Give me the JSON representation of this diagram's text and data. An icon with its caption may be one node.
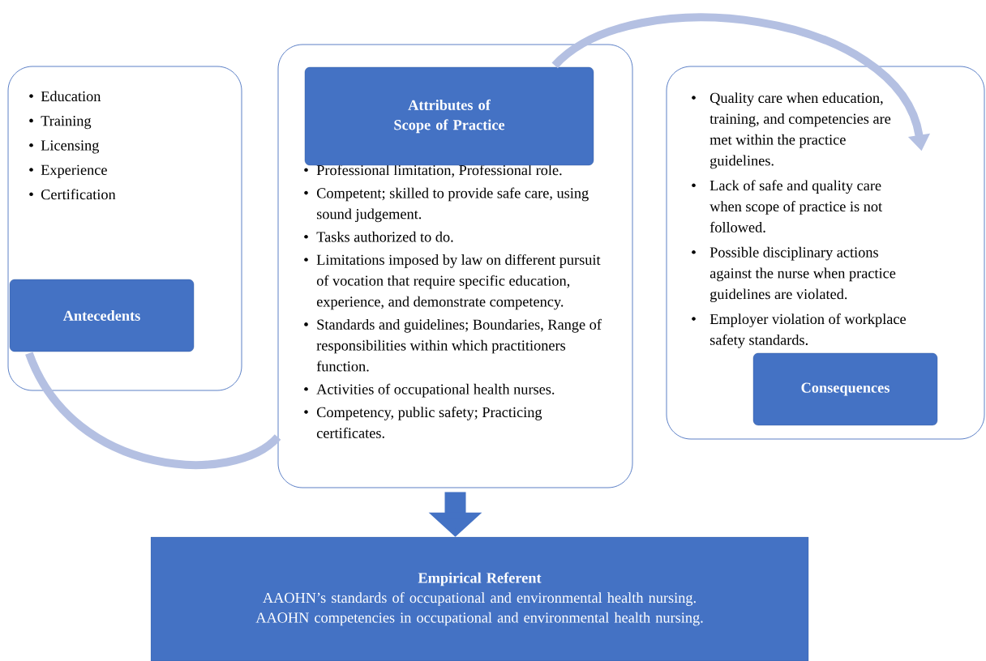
{
  "diagram": {
    "nodes": [
      {
        "text": [
          "Education",
          "Training",
          "Licensing",
          "Experience",
          "Certification"
        ]
      },
      {
        "text": [
          "Antecedents"
        ],
        "in": 0
      },
      {
        "text": [
          "Professional limitation, Professional role.",
          "Competent; skilled to provide safe care, using sound judgement.",
          "Tasks authorized to do.",
          "Limitations imposed by law on different pursuit of vocation that require specific education, experience, and demonstrate competency.",
          "Standards and guidelines; Boundaries, Range of responsibilities within which practitioners function.",
          "Activities of occupational health nurses.",
          "Competency, public safety; Practicing certificates."
        ]
      },
      {
        "text": [
          "Attributes of Scope of Practice"
        ],
        "in": 2
      },
      {
        "text": [
          "Quality care when education, training, and competencies are met within the practice guidelines.",
          "Lack of safe and quality care when scope of practice is not followed.",
          "Possible disciplinary actions against the nurse when practice guidelines are violated.",
          "Employer violation of workplace safety standards."
        ]
      },
      {
        "text": [
          "Consequences"
        ],
        "in": 4
      },
      {
        "text": [
          "Empirical Referent",
          "AAOHN’s standards of occupational and environmental health nursing.",
          "AAOHN competencies in occupational and environmental health nursing."
        ]
      }
    ],
    "edges": [
      {
        "from": 1,
        "to": 2,
        "arrow": "none"
      },
      {
        "from": 3,
        "to": 4,
        "arrow": "to"
      },
      {
        "from": 2,
        "to": 6,
        "arrow": "to",
        "style": "thick",
        "color": "#4472c4"
      }
    ]
  }
}
